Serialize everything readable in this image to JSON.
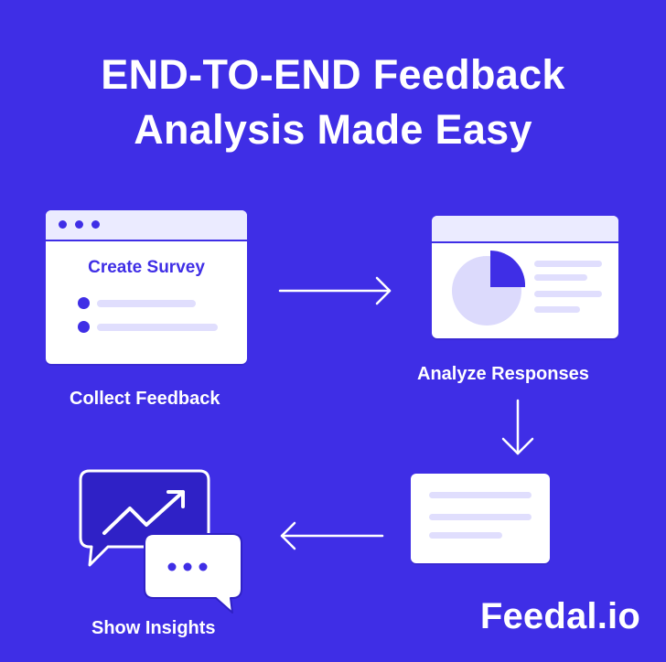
{
  "title": {
    "line1": "END-TO-END Feedback",
    "line2": "Analysis Made Easy"
  },
  "steps": [
    {
      "label": "Collect Feedback",
      "window_title": "Create Survey",
      "icon": "survey-window-icon"
    },
    {
      "label": "Analyze Responses",
      "icon": "pie-chart-window-icon"
    },
    {
      "label": "",
      "icon": "report-card-icon"
    },
    {
      "label": "Show Insights",
      "icon": "chat-insights-icon"
    }
  ],
  "brand": "Feedal.io",
  "colors": {
    "background": "#3f2ee6",
    "card": "#ffffff",
    "accent": "#3f2ee6",
    "muted_line": "#e0defd",
    "text": "#ffffff"
  }
}
